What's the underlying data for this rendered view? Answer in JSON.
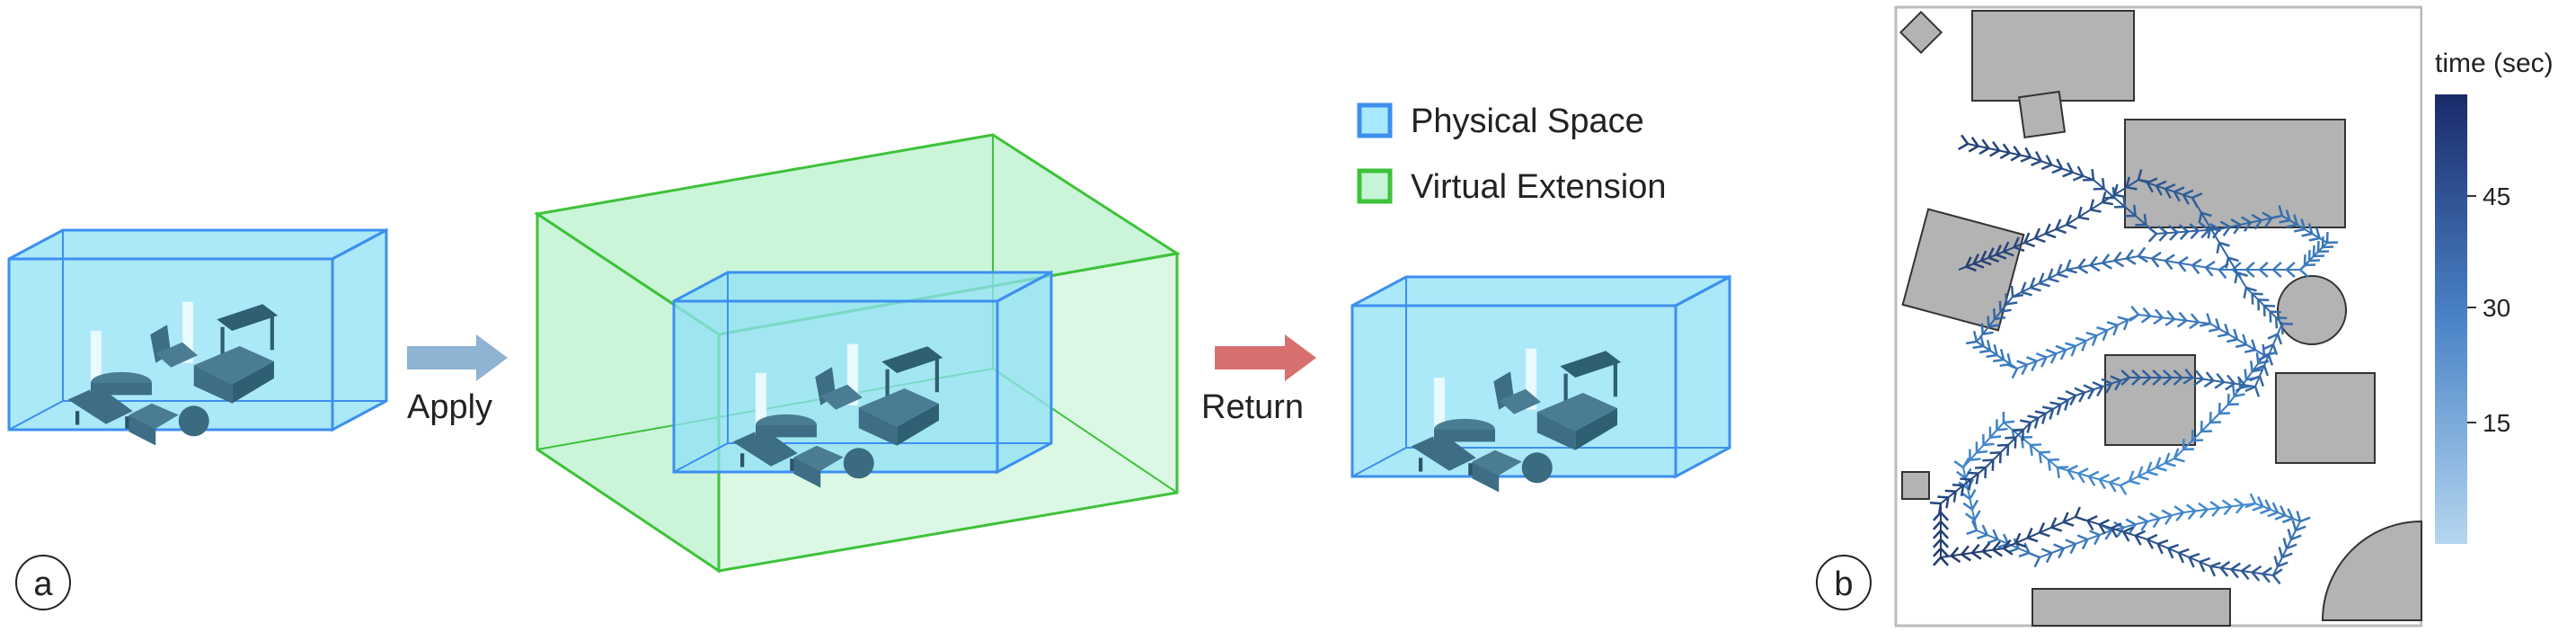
{
  "panel_a": {
    "label": "a",
    "arrow_apply": "Apply",
    "arrow_return": "Return",
    "legend": [
      {
        "text": "Physical Space",
        "fill": "#a8e8fb",
        "stroke": "#3d8ff0"
      },
      {
        "text": "Virtual Extension",
        "fill": "#c5f5d8",
        "stroke": "#3ec23a"
      }
    ],
    "colors": {
      "physical_fill": "#8fe0f5",
      "physical_stroke": "#3d8ff0",
      "virtual_fill": "#bdf3cf",
      "virtual_stroke": "#3ec23a",
      "apply_arrow": "#8fb3d3",
      "return_arrow": "#d86f6f",
      "furniture": "#3d6e85"
    }
  },
  "panel_b": {
    "label": "b",
    "colorbar": {
      "title": "time (sec)",
      "ticks": [
        "45",
        "30",
        "15"
      ],
      "color_low": "#b5d7f0",
      "color_high": "#1a2a6a"
    },
    "colors": {
      "furniture": "#b3b3b3",
      "path_light": "#4a9be6",
      "path_dark": "#1f3566"
    }
  }
}
